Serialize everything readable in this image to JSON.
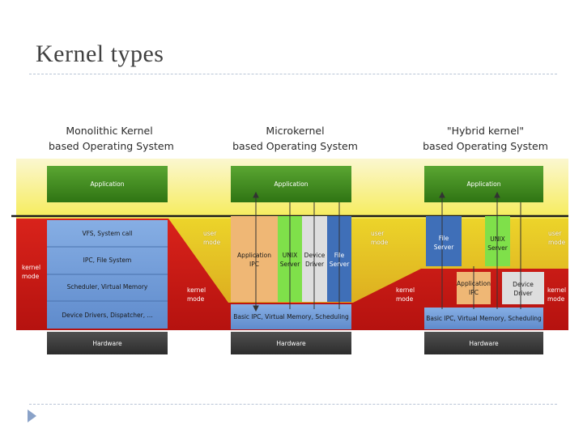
{
  "slide": {
    "title": "Kernel types"
  },
  "columns": [
    {
      "heading_line1": "Monolithic Kernel",
      "heading_line2": "based Operating System"
    },
    {
      "heading_line1": "Microkernel",
      "heading_line2": "based Operating System"
    },
    {
      "heading_line1": "\"Hybrid kernel\"",
      "heading_line2": "based Operating System"
    }
  ],
  "monolithic": {
    "application": "Application",
    "layers": [
      "VFS, System call",
      "IPC, File System",
      "Scheduler, Virtual Memory",
      "Device Drivers, Dispatcher, ..."
    ],
    "hardware": "Hardware",
    "kernel_mode_label": [
      "kernel",
      "mode"
    ],
    "user_mode_label": [
      "user",
      "mode"
    ]
  },
  "microkernel": {
    "application": "Application",
    "servers": [
      {
        "line1": "Application",
        "line2": "IPC"
      },
      {
        "line1": "UNIX",
        "line2": "Server"
      },
      {
        "line1": "Device",
        "line2": "Driver"
      },
      {
        "line1": "File",
        "line2": "Server"
      }
    ],
    "core": "Basic IPC, Virtual Memory, Scheduling",
    "hardware": "Hardware",
    "kernel_mode_label": [
      "kernel",
      "mode"
    ],
    "user_mode_label": [
      "user",
      "mode"
    ]
  },
  "hybrid": {
    "application": "Application",
    "user_servers": [
      {
        "line1": "File",
        "line2": "Server"
      },
      {
        "line1": "UNIX",
        "line2": "Server"
      }
    ],
    "kernel_servers": [
      {
        "line1": "Application",
        "line2": "IPC"
      },
      {
        "line1": "Device",
        "line2": "Driver"
      }
    ],
    "core": "Basic IPC, Virtual Memory, Scheduling",
    "hardware": "Hardware",
    "kernel_mode_label_left": [
      "kernel",
      "mode"
    ],
    "kernel_mode_label_right": [
      "kernel",
      "mode"
    ],
    "user_mode_label": [
      "user",
      "mode"
    ]
  },
  "colors": {
    "kernel_red": "#c41a14",
    "user_yellow": "#f3e33a",
    "application_green": "#3f8a1e",
    "layer_blue": "#6f9ad6",
    "hardware_dark": "#3e3e3e",
    "server_orange": "#efb775",
    "server_green": "#7fe04a",
    "server_grey": "#dedede",
    "server_blue": "#3f6fb8"
  }
}
